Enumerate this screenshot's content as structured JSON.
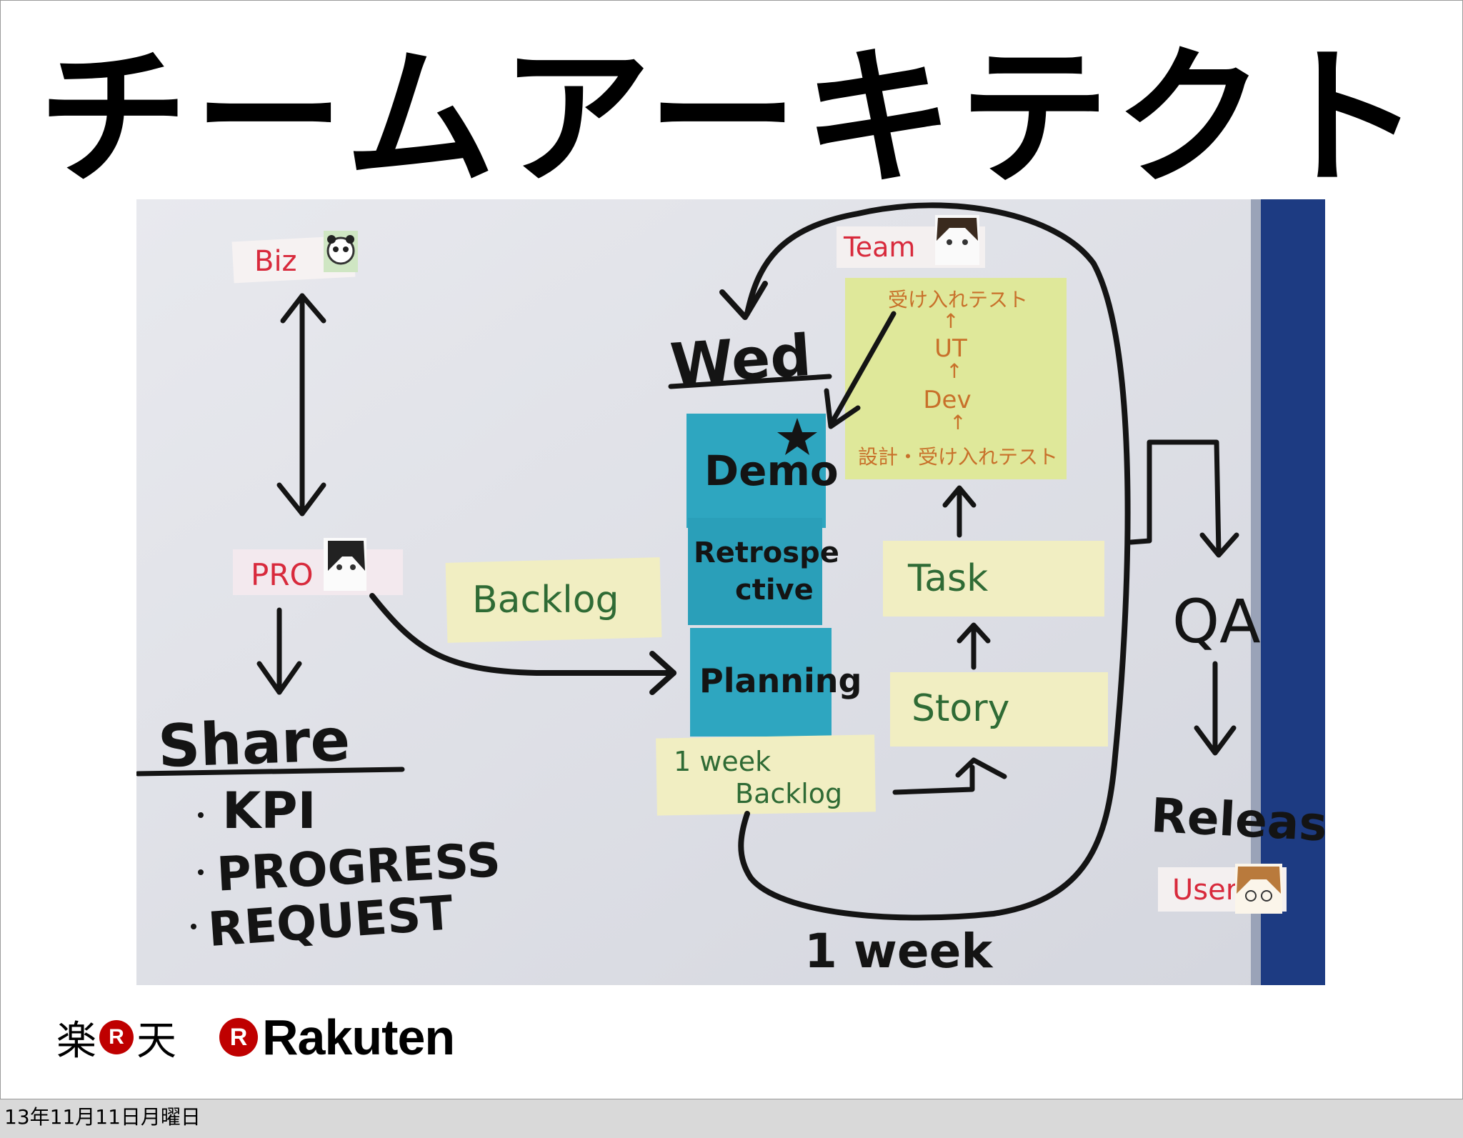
{
  "slide": {
    "title": "チームアーキテクト",
    "footer_date": "13年11月11日月曜日"
  },
  "logos": {
    "jp_left": "楽",
    "jp_badge": "R",
    "jp_right": "天",
    "en_badge": "R",
    "en_text": "Rakuten"
  },
  "whiteboard": {
    "roles": {
      "biz": "Biz",
      "pro": "PRO",
      "team": "Team",
      "user": "User"
    },
    "share": {
      "heading": "Share",
      "items": [
        "KPI",
        "PROGRESS",
        "REQUEST"
      ]
    },
    "notes": {
      "backlog": "Backlog",
      "week_backlog_line1": "1 week",
      "week_backlog_line2": "Backlog",
      "demo": "Demo",
      "retro_line1": "Retrospe",
      "retro_line2": "ctive",
      "planning": "Planning",
      "task": "Task",
      "story": "Story"
    },
    "process_note": {
      "lines": [
        "受け入れテスト",
        "↑",
        "UT",
        "↑",
        "Dev",
        "↑",
        "設計・受け入れテスト"
      ]
    },
    "labels": {
      "wed": "Wed",
      "qa": "QA",
      "release": "Release",
      "one_week": "1 week"
    }
  },
  "colors": {
    "board": "#dfe1e8",
    "note_yellow": "#f1eec2",
    "note_cyan": "#2ea6c0",
    "note_green": "#dfe89a",
    "tag_red_text": "#d82a3c",
    "ink": "#141414",
    "green_ink": "#2f6b35",
    "orange_ink": "#c8702a"
  }
}
